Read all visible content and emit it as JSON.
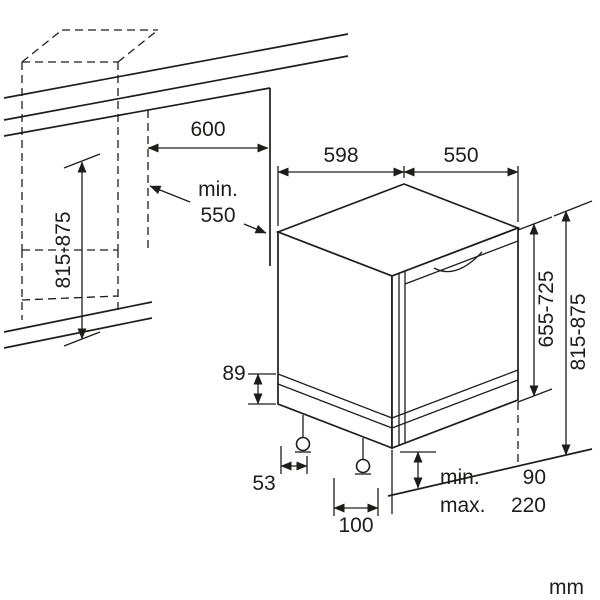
{
  "colors": {
    "line": "#1d1d1b",
    "background": "#ffffff"
  },
  "unit_label": "mm",
  "dims": {
    "niche_width": "600",
    "niche_depth_min_label": "min.",
    "niche_depth_min_value": "550",
    "niche_height": "815-875",
    "appliance_width": "598",
    "appliance_depth": "550",
    "appliance_height": "655-725",
    "total_height": "815-875",
    "base_height": "89",
    "foot_offset": "53",
    "foot_spacing": "100",
    "foot_height_min_label": "min.",
    "foot_height_min_value": "90",
    "foot_height_max_label": "max.",
    "foot_height_max_value": "220"
  }
}
